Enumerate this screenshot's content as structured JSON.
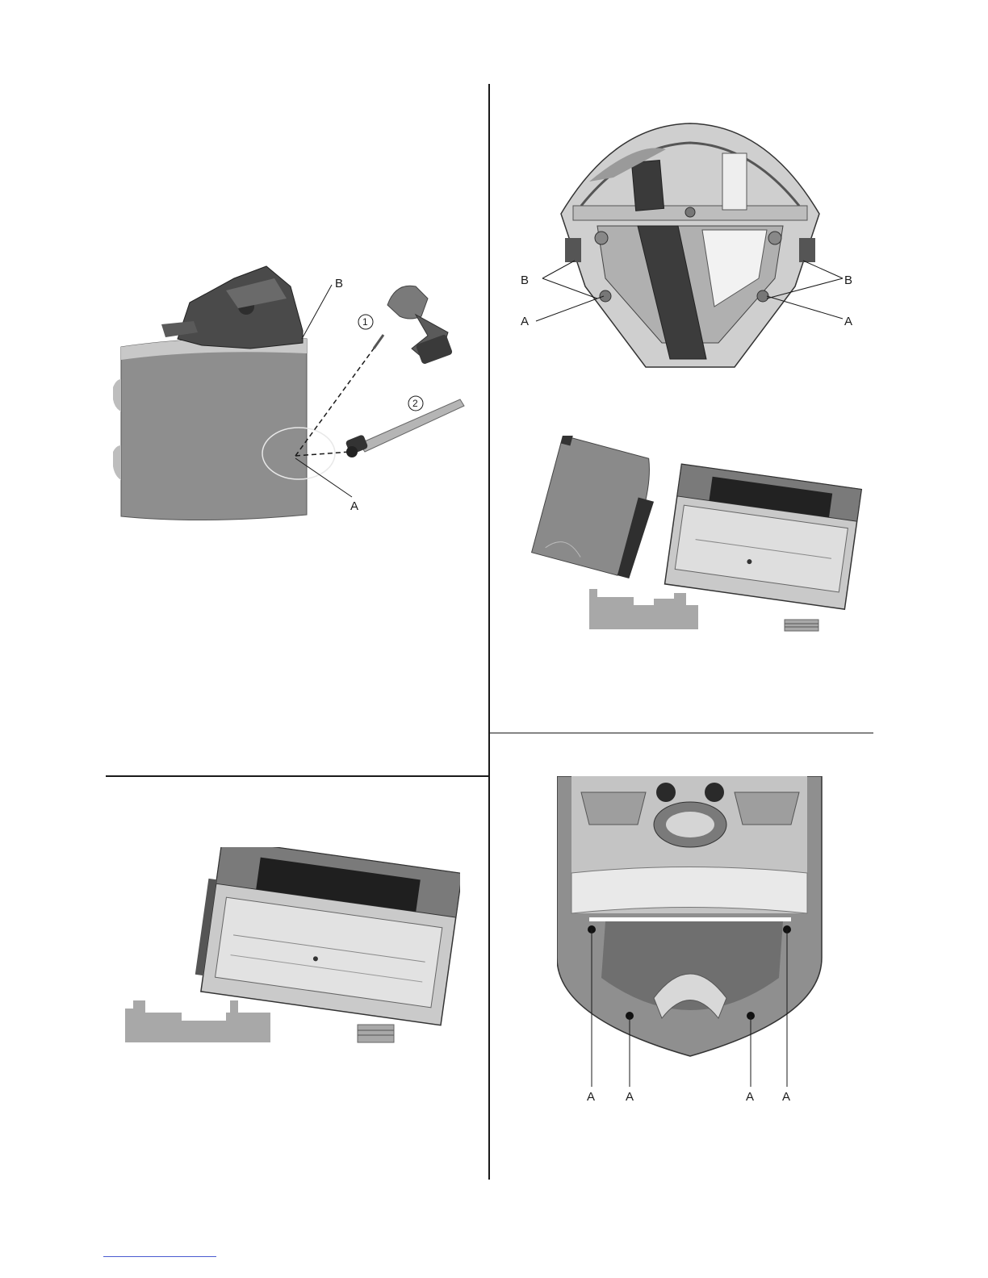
{
  "figures": {
    "fig1": {
      "callouts": {
        "a": "A",
        "b": "B",
        "tool1": "1",
        "tool2": "2"
      },
      "icons": [
        "cordless-drill-icon",
        "hammer-icon"
      ]
    },
    "fig2": {
      "callouts": {
        "b_left": "B",
        "a_left": "A",
        "b_right": "B",
        "a_right": "A"
      }
    },
    "fig3": {},
    "fig4": {},
    "fig5": {
      "callouts": [
        "A",
        "A",
        "A",
        "A"
      ]
    }
  },
  "colors": {
    "metal_light": "#d6d6d6",
    "metal_mid": "#9a9a9a",
    "metal_dark": "#3a3a3a",
    "base_gray": "#a8a8a8",
    "line": "#1a1a1a",
    "footer_link": "#4a5bd0"
  }
}
